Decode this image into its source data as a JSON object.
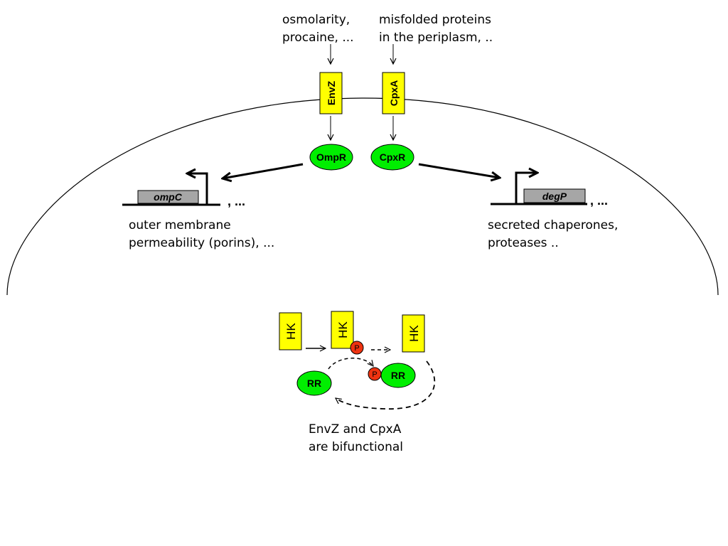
{
  "inputs": {
    "envz_signal": [
      "osmolarity,",
      "procaine, ..."
    ],
    "cpxa_signal": [
      "misfolded proteins",
      "in the periplasm, .."
    ]
  },
  "kinases": {
    "envz": "EnvZ",
    "cpxa": "CpxA"
  },
  "regulators": {
    "ompr": "OmpR",
    "cpxr": "CpxR"
  },
  "genes": {
    "ompc": "ompC",
    "ompc_more": ", ...",
    "degp": "degP",
    "degp_more": ", ..."
  },
  "outputs": {
    "left": [
      "outer membrane",
      "permeability (porins), ..."
    ],
    "right": [
      "secreted chaperones,",
      "proteases .."
    ]
  },
  "mechanism": {
    "hk": "HK",
    "rr": "RR",
    "p": "P",
    "caption": [
      "EnvZ and CpxA",
      "are bifunctional"
    ]
  },
  "colors": {
    "kinase_fill": "#ffff00",
    "regulator_fill": "#00ee00",
    "phosphate_fill": "#ee3311",
    "gene_fill": "#a6a6a6"
  }
}
